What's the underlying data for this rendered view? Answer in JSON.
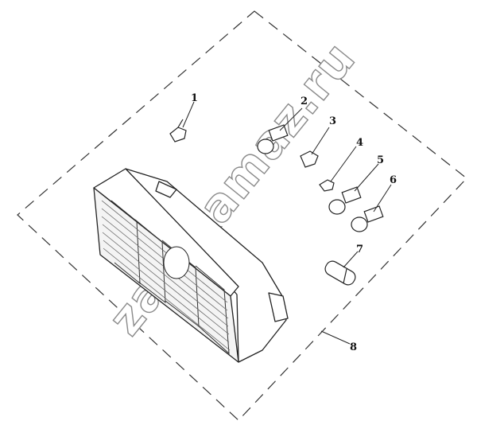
{
  "diagram": {
    "callouts": [
      "1",
      "2",
      "3",
      "4",
      "5",
      "6",
      "7",
      "8"
    ],
    "watermark": "zao-kamaz.ru"
  }
}
